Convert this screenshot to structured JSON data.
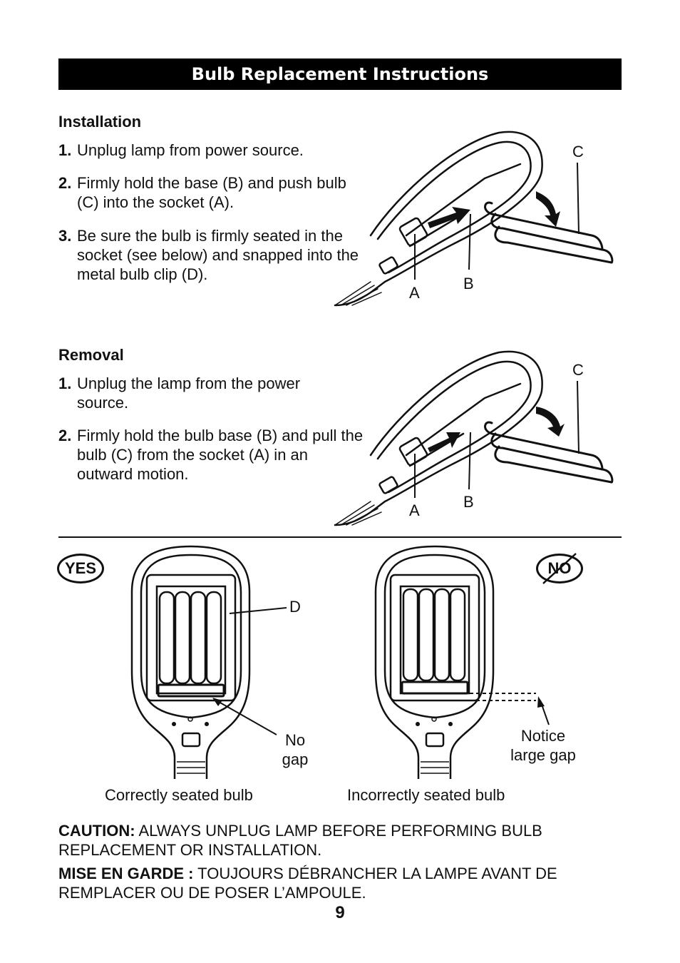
{
  "title": "Bulb Replacement Instructions",
  "installation": {
    "heading": "Installation",
    "steps": [
      {
        "num": "1.",
        "text": "Unplug lamp from power source."
      },
      {
        "num": "2.",
        "text": "Firmly hold the base (B) and push bulb (C) into the socket (A)."
      },
      {
        "num": "3.",
        "text": "Be sure the bulb is firmly seated in the socket (see below) and snapped into the metal bulb clip (D)."
      }
    ],
    "labels": {
      "a": "A",
      "b": "B",
      "c": "C"
    }
  },
  "removal": {
    "heading": "Removal",
    "steps": [
      {
        "num": "1.",
        "text": "Unplug the lamp from the power source."
      },
      {
        "num": "2.",
        "text": "Firmly hold the bulb base (B) and pull the bulb (C) from the socket (A) in an outward motion."
      }
    ],
    "labels": {
      "a": "A",
      "b": "B",
      "c": "C"
    }
  },
  "comparison": {
    "yes_badge": "YES",
    "no_badge": "NO",
    "clip_label": "D",
    "no_gap_line1": "No",
    "no_gap_line2": "gap",
    "large_gap_line1": "Notice",
    "large_gap_line2": "large gap",
    "correct_caption": "Correctly seated bulb",
    "incorrect_caption": "Incorrectly seated bulb"
  },
  "caution": {
    "label": "CAUTION:",
    "text": " ALWAYS UNPLUG LAMP BEFORE PERFORMING BULB REPLACEMENT OR INSTALLATION."
  },
  "mise_en_garde": {
    "label": "MISE EN GARDE :",
    "text": " TOUJOURS DÉBRANCHER LA LAMPE AVANT DE REMPLACER OU DE POSER L’AMPOULE."
  },
  "page_number": "9"
}
